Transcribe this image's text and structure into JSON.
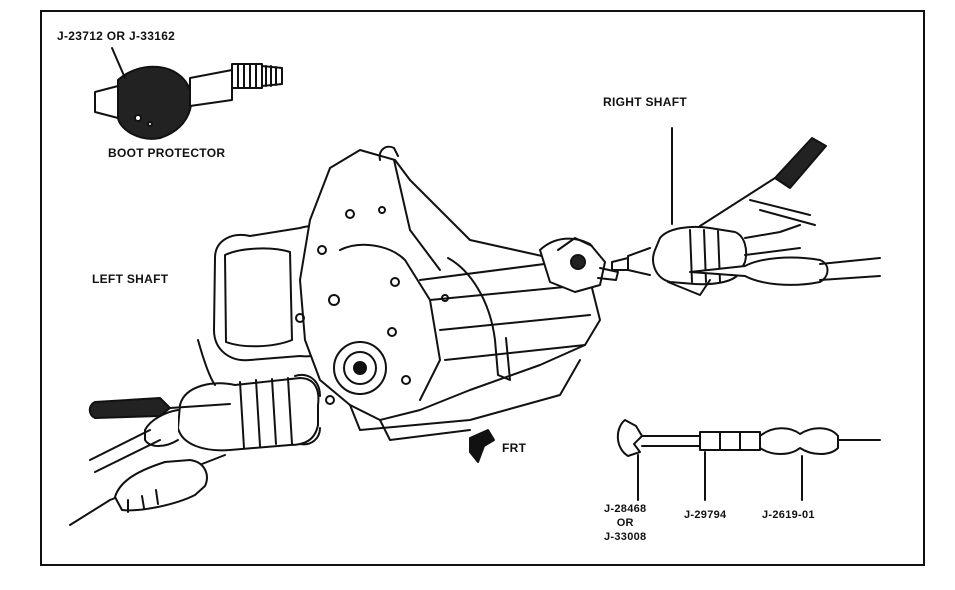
{
  "labels": {
    "boot_tool": "J-23712 OR J-33162",
    "boot_protector": "BOOT PROTECTOR",
    "right_shaft": "RIGHT SHAFT",
    "left_shaft": "LEFT SHAFT",
    "front": "FRT",
    "tool_a_line1": "J-28468",
    "tool_a_line2": "OR",
    "tool_a_line3": "J-33008",
    "tool_b": "J-29794",
    "tool_c": "J-2619-01"
  }
}
